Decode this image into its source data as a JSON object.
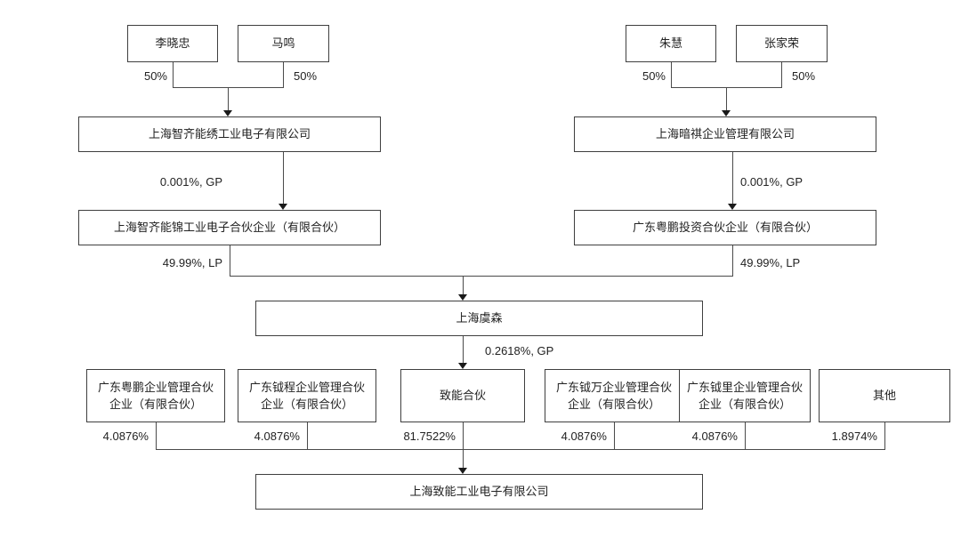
{
  "colors": {
    "line": "#4a4a4a",
    "border": "#3f3f3f",
    "text": "#222222",
    "bg": "#ffffff",
    "arrow": "#1a1a1a"
  },
  "left_branch": {
    "shareholders": [
      {
        "name": "李晓忠",
        "share": "50%"
      },
      {
        "name": "马鸣",
        "share": "50%"
      }
    ],
    "company": "上海智齐能绣工业电子有限公司",
    "gp_label": "0.001%, GP",
    "partnership": "上海智齐能锦工业电子合伙企业（有限合伙）",
    "lp_label": "49.99%, LP"
  },
  "right_branch": {
    "shareholders": [
      {
        "name": "朱慧",
        "share": "50%"
      },
      {
        "name": "张家荣",
        "share": "50%"
      }
    ],
    "company": "上海暗祺企业管理有限公司",
    "gp_label": "0.001%, GP",
    "partnership": "广东粤鹏投资合伙企业（有限合伙）",
    "lp_label": "49.99%, LP"
  },
  "middle": {
    "entity": "上海虞森",
    "gp_label": "0.2618%, GP"
  },
  "holders": [
    {
      "name": "广东粤鹏企业管理合伙企业（有限合伙）",
      "share": "4.0876%"
    },
    {
      "name": "广东钺程企业管理合伙企业（有限合伙）",
      "share": "4.0876%"
    },
    {
      "name": "致能合伙",
      "share": "81.7522%"
    },
    {
      "name": "广东钺万企业管理合伙企业（有限合伙）",
      "share": "4.0876%"
    },
    {
      "name": "广东钺里企业管理合伙企业（有限合伙）",
      "share": "4.0876%"
    },
    {
      "name": "其他",
      "share": "1.8974%"
    }
  ],
  "target_company": "上海致能工业电子有限公司"
}
